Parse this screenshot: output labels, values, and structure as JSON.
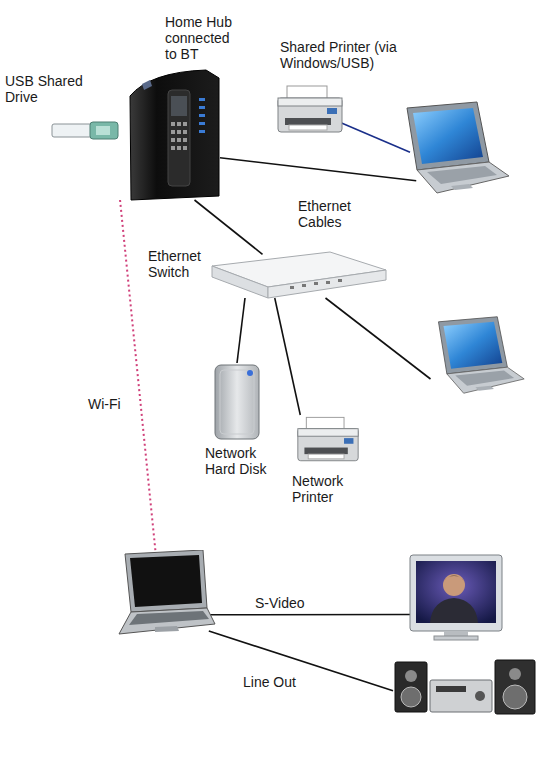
{
  "diagram": {
    "nodes": [
      {
        "text": [
          "Home Hub connected to BT"
        ]
      },
      {
        "text": [
          "USB Shared Drive"
        ]
      },
      {
        "text": [
          "Shared Printer (via Windows/USB)"
        ]
      },
      {
        "text": []
      },
      {
        "text": [
          "Ethernet Switch"
        ]
      },
      {
        "text": []
      },
      {
        "text": [
          "Network Hard Disk"
        ]
      },
      {
        "text": [
          "Network Printer"
        ]
      },
      {
        "text": []
      },
      {
        "text": []
      },
      {
        "text": []
      }
    ],
    "edges": [
      {
        "from": 0,
        "to": 3,
        "arrow": "none"
      },
      {
        "from": 2,
        "to": 3,
        "arrow": "none"
      },
      {
        "from": 0,
        "to": 4,
        "arrow": "none"
      },
      {
        "from": 4,
        "to": 6,
        "arrow": "none"
      },
      {
        "from": 4,
        "to": 7,
        "arrow": "none"
      },
      {
        "from": 4,
        "to": 5,
        "arrow": "none"
      },
      {
        "from": 0,
        "to": 8,
        "label": "Wi-Fi",
        "arrow": "none"
      },
      {
        "from": 8,
        "to": 9,
        "label": "S-Video",
        "arrow": "none"
      },
      {
        "from": 8,
        "to": 10,
        "label": "Line Out",
        "arrow": "none"
      }
    ],
    "labels": [
      "Ethernet Cables"
    ]
  }
}
